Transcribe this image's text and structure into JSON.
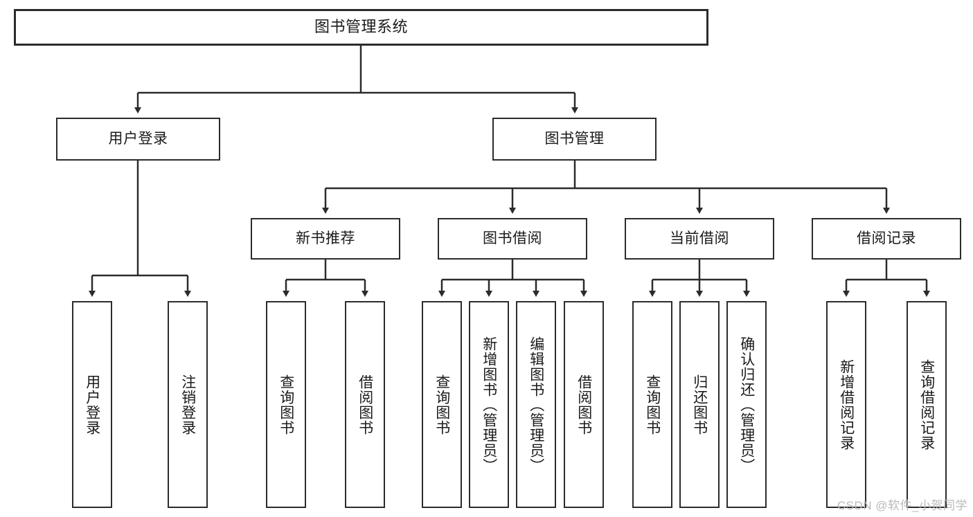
{
  "diagram": {
    "title": "图书管理系统",
    "watermark": "CSDN @软件_小贺同学",
    "colors": {
      "stroke": "#2b2b2b",
      "fill": "#ffffff",
      "text": "#1a1a1a",
      "watermark": "#b9b9b9"
    },
    "levels": {
      "root": {
        "label": "图书管理系统"
      },
      "level2": [
        {
          "label": "用户登录"
        },
        {
          "label": "图书管理"
        }
      ],
      "level3": [
        {
          "label": "新书推荐"
        },
        {
          "label": "图书借阅"
        },
        {
          "label": "当前借阅"
        },
        {
          "label": "借阅记录"
        }
      ],
      "leaves": [
        {
          "label": "用户登录"
        },
        {
          "label": "注销登录"
        },
        {
          "label": "查询图书"
        },
        {
          "label": "借阅图书"
        },
        {
          "label": "查询图书"
        },
        {
          "label": "新增图书（管理员）"
        },
        {
          "label": "编辑图书（管理员）"
        },
        {
          "label": "借阅图书"
        },
        {
          "label": "查询图书"
        },
        {
          "label": "归还图书"
        },
        {
          "label": "确认归还（管理员）"
        },
        {
          "label": "新增借阅记录"
        },
        {
          "label": "查询借阅记录"
        }
      ]
    },
    "tree": {
      "name": "图书管理系统",
      "children": [
        {
          "name": "用户登录",
          "children": [
            {
              "name": "用户登录"
            },
            {
              "name": "注销登录"
            }
          ]
        },
        {
          "name": "图书管理",
          "children": [
            {
              "name": "新书推荐",
              "children": [
                {
                  "name": "查询图书"
                },
                {
                  "name": "借阅图书"
                }
              ]
            },
            {
              "name": "图书借阅",
              "children": [
                {
                  "name": "查询图书"
                },
                {
                  "name": "新增图书（管理员）"
                },
                {
                  "name": "编辑图书（管理员）"
                },
                {
                  "name": "借阅图书"
                }
              ]
            },
            {
              "name": "当前借阅",
              "children": [
                {
                  "name": "查询图书"
                },
                {
                  "name": "归还图书"
                },
                {
                  "name": "确认归还（管理员）"
                }
              ]
            },
            {
              "name": "借阅记录",
              "children": [
                {
                  "name": "新增借阅记录"
                },
                {
                  "name": "查询借阅记录"
                }
              ]
            }
          ]
        }
      ]
    }
  }
}
